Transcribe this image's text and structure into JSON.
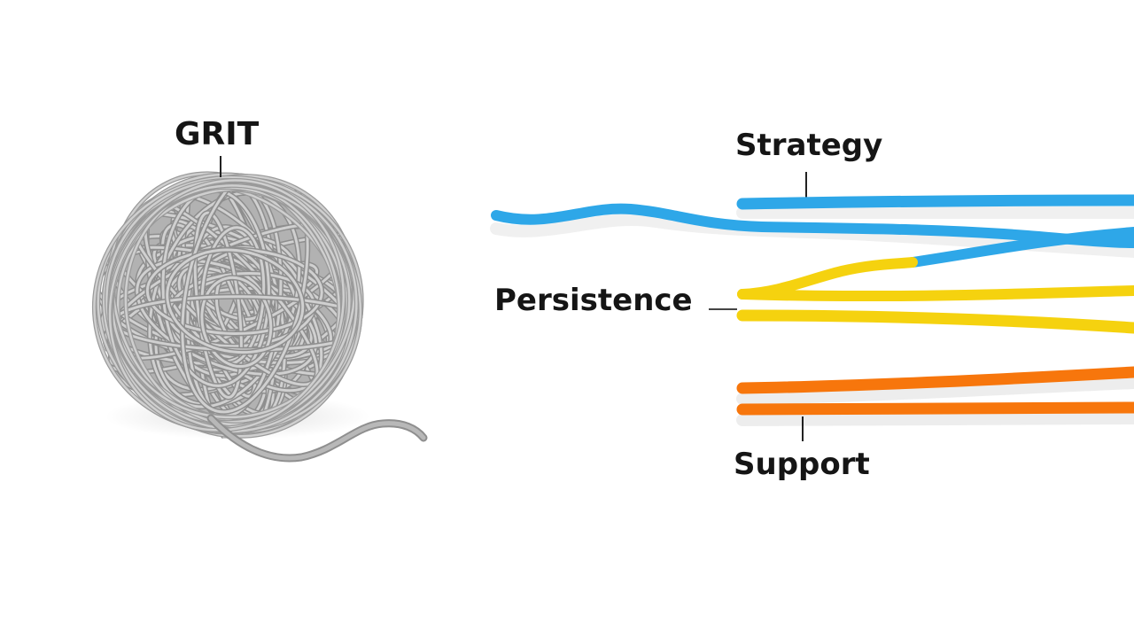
{
  "labels": {
    "grit": "GRIT",
    "strategy": "Strategy",
    "persistence": "Persistence",
    "support": "Support"
  },
  "colors": {
    "yarn": "#a9a9a9",
    "strategy": "#2ea7e8",
    "persistence": "#f5d20f",
    "support": "#f7760c",
    "text": "#151515",
    "background": "#ffffff"
  },
  "icons": {
    "left": "yarn-ball-icon",
    "right": "separated-strands-icon"
  }
}
